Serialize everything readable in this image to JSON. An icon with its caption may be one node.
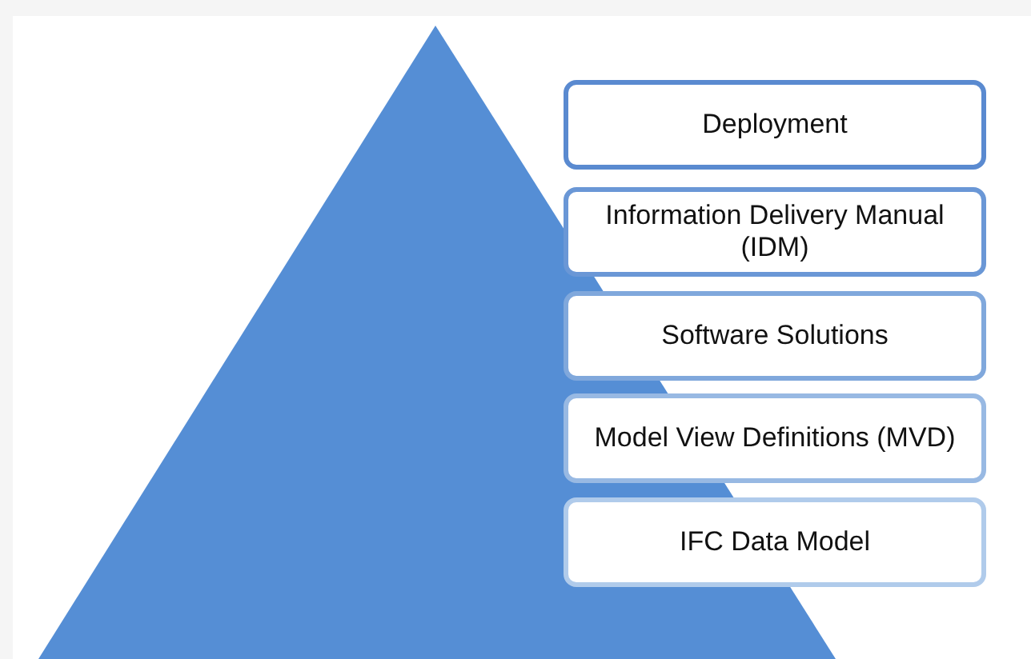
{
  "diagram": {
    "nodes": [
      {
        "text": [
          "Deployment"
        ]
      },
      {
        "text": [
          "Information Delivery Manual (IDM)"
        ]
      },
      {
        "text": [
          "Software Solutions"
        ]
      },
      {
        "text": [
          "Model View Definitions (MVD)"
        ]
      },
      {
        "text": [
          "IFC Data Model"
        ]
      }
    ]
  }
}
